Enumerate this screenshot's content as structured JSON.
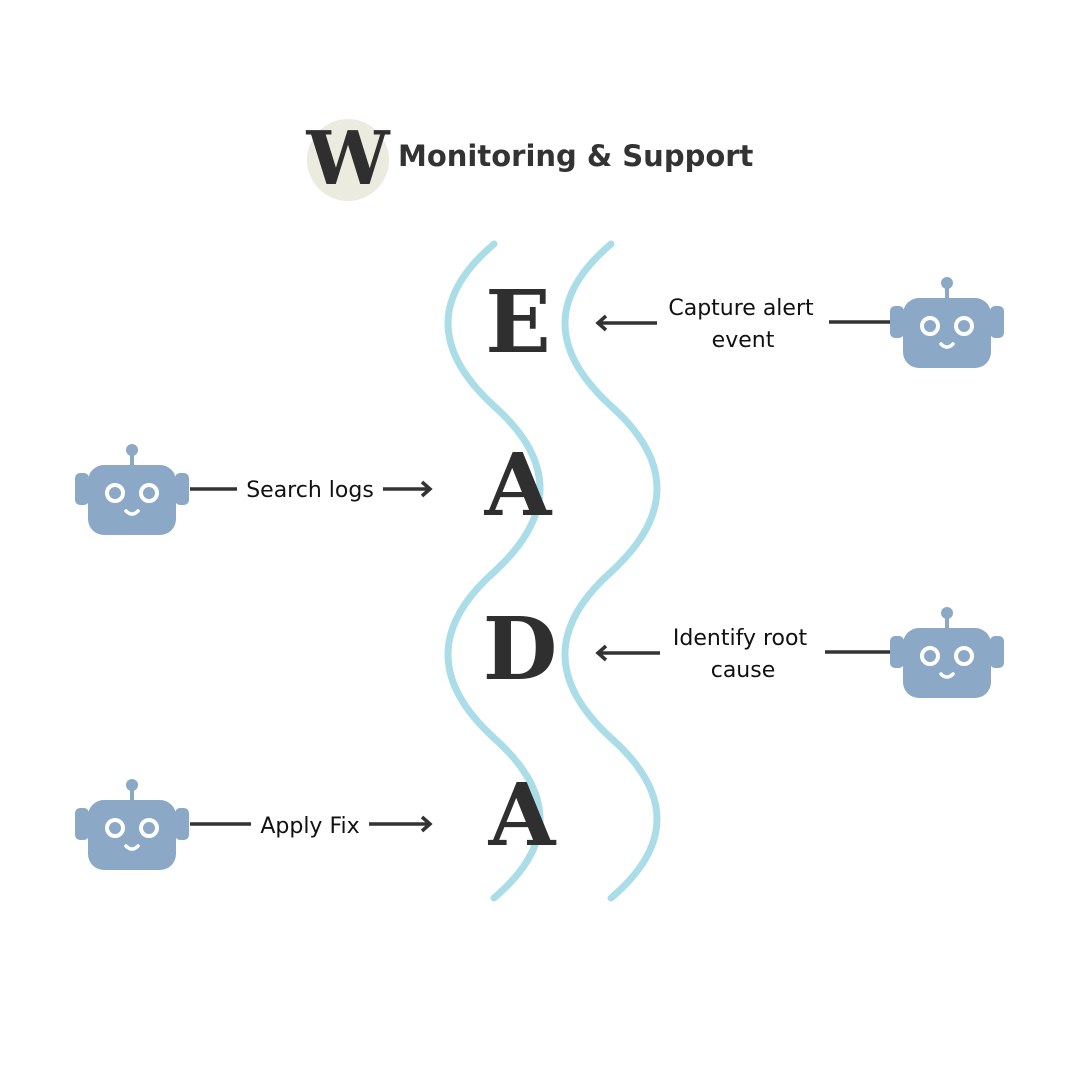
{
  "header": {
    "logo_letter": "W",
    "title": "Monitoring & Support"
  },
  "letters": [
    "E",
    "A",
    "D",
    "A"
  ],
  "steps": [
    {
      "line1": "Capture alert",
      "line2": "event"
    },
    {
      "line1": "Search logs",
      "line2": ""
    },
    {
      "line1": "Identify root",
      "line2": "cause"
    },
    {
      "line1": "Apply Fix",
      "line2": ""
    }
  ],
  "colors": {
    "robot": "#8ba9c6",
    "wave": "#abdde8",
    "logo_bg": "#ecebdf",
    "text_dark": "#333333"
  },
  "icons": {
    "robot": "robot-icon",
    "logo": "logo-badge"
  }
}
